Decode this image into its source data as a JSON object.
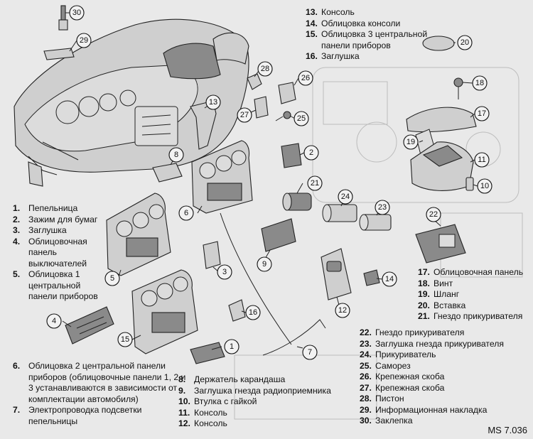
{
  "legend_left": [
    {
      "num": "1.",
      "text": "Пепельница"
    },
    {
      "num": "2.",
      "text": "Зажим для бумаг"
    },
    {
      "num": "3.",
      "text": "Заглушка"
    },
    {
      "num": "4.",
      "text": "Облицовочная панель выключателей"
    },
    {
      "num": "5.",
      "text": "Облицовка 1 центральной панели приборов"
    }
  ],
  "legend_left6": [
    {
      "num": "6.",
      "text": "Облицовка 2 центральной панели приборов (облицовочные панели 1, 2 и 3 устанавливаются в зависимости от комплектации автомобиля)"
    },
    {
      "num": "7.",
      "text": "Электропроводка подсветки пепельницы"
    }
  ],
  "legend_top": [
    {
      "num": "13.",
      "text": "Консоль"
    },
    {
      "num": "14.",
      "text": "Облицовка консоли"
    },
    {
      "num": "15.",
      "text": "Облицовка 3 центральной панели приборов"
    },
    {
      "num": "16.",
      "text": "Заглушка"
    }
  ],
  "legend_bottom_mid": [
    {
      "num": "8.",
      "text": "Держатель карандаша"
    },
    {
      "num": "9.",
      "text": "Заглушка гнезда радиоприемника"
    },
    {
      "num": "10.",
      "text": "Втулка с гайкой"
    },
    {
      "num": "11.",
      "text": "Консоль"
    },
    {
      "num": "12.",
      "text": "Консоль"
    }
  ],
  "legend_right17": [
    {
      "num": "17.",
      "text": "Облицовочная панель"
    },
    {
      "num": "18.",
      "text": "Винт"
    },
    {
      "num": "19.",
      "text": "Шланг"
    },
    {
      "num": "20.",
      "text": "Вставка"
    },
    {
      "num": "21.",
      "text": "Гнездо прикуривателя"
    }
  ],
  "legend_right22": [
    {
      "num": "22.",
      "text": "Гнездо прикуривателя"
    },
    {
      "num": "23.",
      "text": "Заглушка гнезда прикуривателя"
    },
    {
      "num": "24.",
      "text": "Прикуриватель"
    },
    {
      "num": "25.",
      "text": "Саморез"
    },
    {
      "num": "26.",
      "text": "Крепежная скоба"
    },
    {
      "num": "27.",
      "text": "Крепежная скоба"
    },
    {
      "num": "28.",
      "text": "Пистон"
    },
    {
      "num": "29.",
      "text": "Информационная накладка"
    },
    {
      "num": "30.",
      "text": "Заклепка"
    }
  ],
  "figure_code": "MS 7.036",
  "callouts": [
    "1",
    "2",
    "3",
    "4",
    "5",
    "6",
    "7",
    "8",
    "9",
    "10",
    "11",
    "12",
    "13",
    "14",
    "15",
    "16",
    "17",
    "18",
    "19",
    "20",
    "21",
    "22",
    "23",
    "24",
    "25",
    "26",
    "27",
    "28",
    "29",
    "30"
  ]
}
